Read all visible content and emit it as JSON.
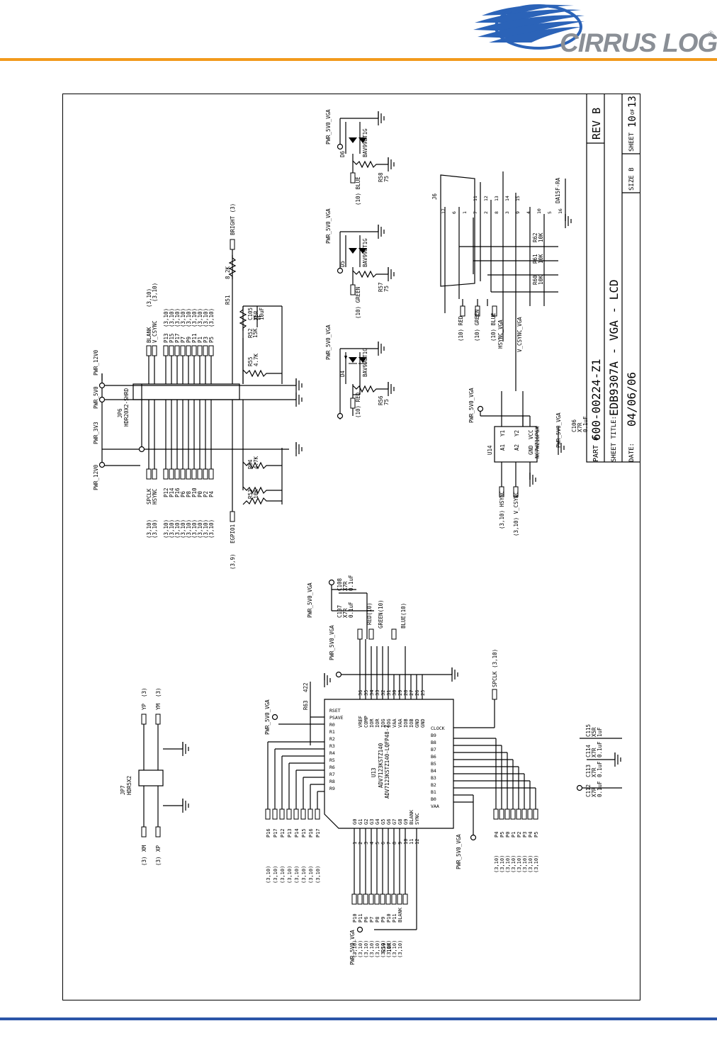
{
  "header": {
    "logo_text": "CIRRUS LOGIC",
    "logo_reg": "®"
  },
  "title_block": {
    "part_label": "PART #",
    "part_number": "600-00224-Z1",
    "rev": "REV B",
    "sheet_title_label": "SHEET TITLE:",
    "sheet_title": "EDB9307A - VGA - LCD",
    "date_label": "DATE:",
    "date": "04/06/06",
    "size_label": "SIZE B",
    "sheet_label": "SHEET",
    "sheet_num": "10",
    "sheet_of": "OF",
    "sheet_total": "13"
  },
  "jp6": {
    "ref": "JP6",
    "part": "HDR20X2-SHRD",
    "pwr_12v0_a": "PWR_12V0",
    "pwr_3v3": "PWR_3V3",
    "pwr_5v0": "PWR_5V0",
    "pwr_12v0_b": "PWR_12V0",
    "left_nets": [
      "SPCLK",
      "HSYNC",
      "P12",
      "P14",
      "P16",
      "P6",
      "P8",
      "P10",
      "P0",
      "P2",
      "P4"
    ],
    "left_refs": [
      "(3,10)",
      "(3,10)",
      "(3,10)",
      "(3,10)",
      "(3,10)",
      "(3,10)",
      "(3,10)",
      "(3,10)",
      "(3,10)",
      "(3,10)",
      "(3,10)"
    ],
    "right_nets": [
      "BLANK",
      "V_CSYNC",
      "P13",
      "P15",
      "P17",
      "P7",
      "P9",
      "P11",
      "P1",
      "P3",
      "P5"
    ],
    "right_refs": [
      "(3,10)",
      "(3,10)",
      "(3,10)",
      "(3,10)",
      "(3,10)",
      "(3,10)",
      "(3,10)",
      "(3,10)",
      "(3,10)",
      "(3,10)",
      "(3,10)"
    ],
    "egpio": "EGPIO1",
    "egpio_ref": "(3,9)",
    "bright": "BRIGHT (3)"
  },
  "resistors": {
    "r51": "R51",
    "r51_val": "8.2K",
    "r52": "R52",
    "r52_val": "15K",
    "r53": "R53",
    "r53_val": "10K",
    "r54": "R54",
    "r54_val": "4.7K",
    "r55": "R55",
    "r55_val": "4.7K",
    "r56": "R56",
    "r56_val": "75",
    "r57": "R57",
    "r57_val": "75",
    "r58": "R58",
    "r58_val": "75",
    "r59": "R59",
    "r59_val": "10K",
    "r60": "R60",
    "r60_val": "10K",
    "r61": "R61",
    "r61_val": "10K",
    "r62": "R62",
    "r62_val": "10K",
    "r63": "R63",
    "r63_val": "422"
  },
  "caps": {
    "c105": "C105",
    "c105_a": "X5R",
    "c105_b": "10uF",
    "c106": "C106",
    "c106_a": "X7R",
    "c106_b": "0.1uF",
    "c107": "C107",
    "c107_a": "X7R",
    "c107_b": "0.1uF",
    "c108": "C108",
    "c108_a": "X7R",
    "c108_b": "0.1uF",
    "c112": "C112",
    "c112_a": "X7R",
    "c112_b": "0.1uF",
    "c113": "C113",
    "c113_a": "X7R",
    "c113_b": "0.1uF",
    "c114": "C114",
    "c114_a": "X7R",
    "c114_b": "0.1uF",
    "c115": "C115",
    "c115_a": "X5R",
    "c115_b": "1uF"
  },
  "diodes": {
    "d4": "D4",
    "d5": "D5",
    "d6": "D6",
    "part": "BAV99LT1G",
    "pwr": "PWR_5V0_VGA",
    "red": "(10) RED",
    "green": "(10) GREEN",
    "blue": "(10) BLUE"
  },
  "j6": {
    "ref": "J6",
    "part": "DA15F-RA",
    "red": "(10) RED",
    "green": "(10) GREEN",
    "blue": "(10) BLUE",
    "hsync": "HSYNC_VGA",
    "vsync": "V_CSYNC_VGA",
    "pins_top": [
      "17",
      "6",
      "1",
      "7",
      "2",
      "8",
      "3",
      "9",
      "4",
      "10",
      "5",
      "16"
    ],
    "pins_mid": [
      "11",
      "12",
      "13",
      "14",
      "15"
    ]
  },
  "u14": {
    "ref": "U14",
    "part": "NC7WZ16P6X",
    "pwr": "PWR_5V0_VGA",
    "a1": "A1",
    "y1": "Y1",
    "a2": "A2",
    "y2": "Y2",
    "gnd": "GND",
    "vcc": "VCC",
    "p1": "1",
    "p6": "6",
    "p3": "3",
    "p4": "4",
    "p2": "2",
    "p5": "5",
    "in_hsync": "(3,10) HSYNC",
    "in_vsync": "(3,10) V_CSYNC"
  },
  "jp7": {
    "ref": "JP7",
    "part": "HDR5X2",
    "yp": "YP",
    "yp_ref": "(3)",
    "ym": "YM",
    "ym_ref": "(3)",
    "xm": "XM",
    "xm_ref": "(3)",
    "xp": "XP",
    "xp_ref": "(3)"
  },
  "u13": {
    "ref": "U13",
    "part1": "ADV7123KSTZ140",
    "part2": "ADV7123KSTZ140-LQFP48-Z",
    "pwr_a": "PWR_5V0_VGA",
    "pwr_b": "PWR_5V0_VGA",
    "pwr_c": "PWR_5V0_VGA",
    "pwr_d": "PWR_5V0_VGA",
    "pwr_e": "PWR_5V0_VGA",
    "red_out": "RED(10)",
    "green_out": "GREEN(10)",
    "blue_out": "BLUE(10)",
    "spclk": "SPCLK (3,10)",
    "right_pins": [
      "VREF",
      "COMP",
      "IOR",
      "IOR",
      "IOG",
      "IOG",
      "VAA",
      "VAA",
      "IOB",
      "IOB",
      "GND",
      "GND"
    ],
    "right_nums": [
      "36",
      "35",
      "34",
      "33",
      "32",
      "31",
      "30",
      "29",
      "28",
      "27",
      "26",
      "25"
    ],
    "bottom_pins": [
      "G0",
      "G1",
      "G2",
      "G3",
      "G4",
      "G5",
      "G6",
      "G7",
      "G8",
      "G9",
      "BLANK",
      "SYNC"
    ],
    "bottom_nums": [
      "1",
      "2",
      "3",
      "4",
      "5",
      "6",
      "7",
      "8",
      "9",
      "10",
      "11",
      "12"
    ],
    "top_pins": [
      "RSET",
      "PSAVE",
      "R0",
      "R1",
      "R2",
      "R3",
      "R4",
      "R5",
      "R6",
      "R7",
      "R8",
      "R9"
    ],
    "left_pins": [
      "CLOCK",
      "B9",
      "B8",
      "B7",
      "B6",
      "B5",
      "B4",
      "B3",
      "B2",
      "B1",
      "B0",
      "VAA"
    ],
    "top_nets": [
      "P16",
      "P17",
      "P12",
      "P13",
      "P14",
      "P15",
      "P16",
      "P17"
    ],
    "top_refs": [
      "(3,10)",
      "(3,10)",
      "(3,10)",
      "(3,10)",
      "(3,10)",
      "(3,10)",
      "(3,10)",
      "(3,10)"
    ],
    "g_nets": [
      "P10",
      "P11",
      "P6",
      "P7",
      "P8",
      "P9",
      "P10",
      "P11",
      "BLANK"
    ],
    "g_refs": [
      "(3,10)",
      "(3,10)",
      "(3,10)",
      "(3,10)",
      "(3,10)",
      "(3,10)",
      "(3,10)",
      "(3,10)",
      "(3,10)"
    ],
    "b_nets": [
      "P4",
      "P5",
      "P0",
      "P1",
      "P2",
      "P3",
      "P4",
      "P5"
    ],
    "b_refs": [
      "(3,10)",
      "(3,10)",
      "(3,10)",
      "(3,10)",
      "(3,10)",
      "(3,10)",
      "(3,10)",
      "(3,10)"
    ]
  }
}
